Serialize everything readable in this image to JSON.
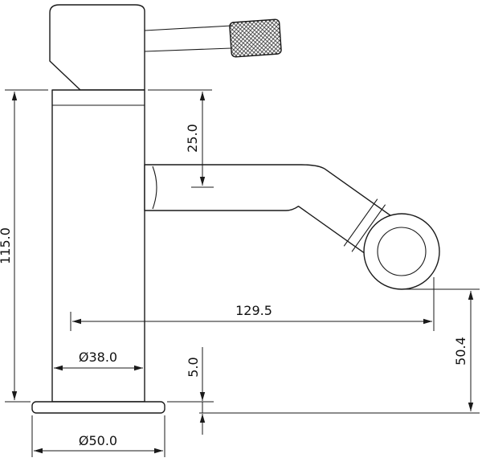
{
  "drawing": {
    "type": "technical-dimension-drawing",
    "subject": "single-lever bidet / basin mixer tap, side view",
    "line_color": "#1a1a1a",
    "background": "#ffffff",
    "labels": {
      "total_height": "115.0",
      "handle_to_spout_offset": "25.0",
      "spout_reach": "129.5",
      "outlet_height": "50.4",
      "base_plate_thickness": "5.0",
      "body_diameter": "Ø38.0",
      "base_diameter": "Ø50.0"
    }
  }
}
